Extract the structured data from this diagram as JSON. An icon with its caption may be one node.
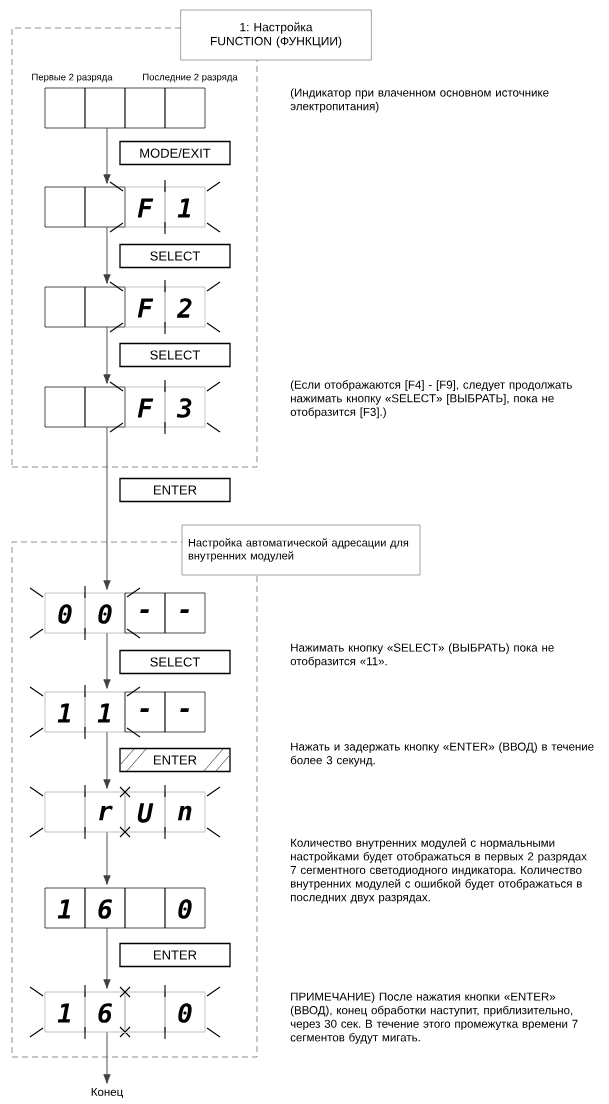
{
  "diagram": {
    "nodes": [
      {
        "text": [
          "1: Настройка FUNCTION (ФУНКЦИИ)"
        ]
      },
      {
        "text": [],
        "shape": "box",
        "in": 0,
        "beside": [
          "Первые 2 разряда",
          "Последние 2 разряда"
        ]
      },
      {
        "text": [
          "F",
          "1"
        ],
        "in": 0
      },
      {
        "text": [
          "F",
          "2"
        ],
        "in": 0
      },
      {
        "text": [
          "F",
          "3"
        ],
        "in": 0
      },
      {
        "text": [
          "Настройка автоматической адресации для внутренних модулей"
        ]
      },
      {
        "text": [
          "0",
          "0",
          "-",
          "-"
        ],
        "in": 5
      },
      {
        "text": [
          "1",
          "1",
          "-",
          "-"
        ],
        "in": 5
      },
      {
        "text": [
          "r",
          "U",
          "n"
        ],
        "in": 5
      },
      {
        "text": [
          "1",
          "6",
          "0"
        ],
        "in": 5
      },
      {
        "text": [
          "1",
          "6",
          "0"
        ],
        "in": 5
      },
      {
        "text": [
          "Конец"
        ]
      }
    ],
    "edges": [
      {
        "from": 1,
        "to": 2,
        "arrow": "to",
        "label": "MODE/EXIT"
      },
      {
        "from": 2,
        "to": 3,
        "arrow": "to",
        "label": "SELECT"
      },
      {
        "from": 3,
        "to": 4,
        "arrow": "to",
        "label": "SELECT"
      },
      {
        "from": 4,
        "to": 6,
        "arrow": "to",
        "label": "ENTER"
      },
      {
        "from": 6,
        "to": 7,
        "arrow": "to",
        "label": "SELECT"
      },
      {
        "from": 7,
        "to": 8,
        "arrow": "to",
        "label": "ENTER"
      },
      {
        "from": 8,
        "to": 9,
        "arrow": "to"
      },
      {
        "from": 9,
        "to": 10,
        "arrow": "to",
        "label": "ENTER"
      },
      {
        "from": 10,
        "to": 11,
        "arrow": "to"
      }
    ],
    "labels": [
      "(Индикатор при влаченном основном источнике электропитания)",
      "(Если отображаются [F4] - [F9], следует продолжать нажимать кнопку «SELECT» [ВЫБРАТЬ], пока не отобразится [F3].)",
      "Нажимать кнопку «SELECT» (ВЫБРАТЬ) пока не отобразится «11».",
      "Нажать и задержать кнопку «ENTER» (ВВОД) в течение более 3 секунд.",
      "Количество внутренних модулей с нормальными настройками будет отображаться в первых 2 разрядах 7 сегментного светодиодного индикатора. Количество внутренних модулей с ошибкой будет отображаться в последних двух разрядах.",
      "ПРИМЕЧАНИЕ) После нажатия кнопки «ENTER» (ВВОД), конец обработки наступит, приблизительно, через 30 сек. В течение этого промежутка времени 7 сегментов будут мигать."
    ]
  }
}
